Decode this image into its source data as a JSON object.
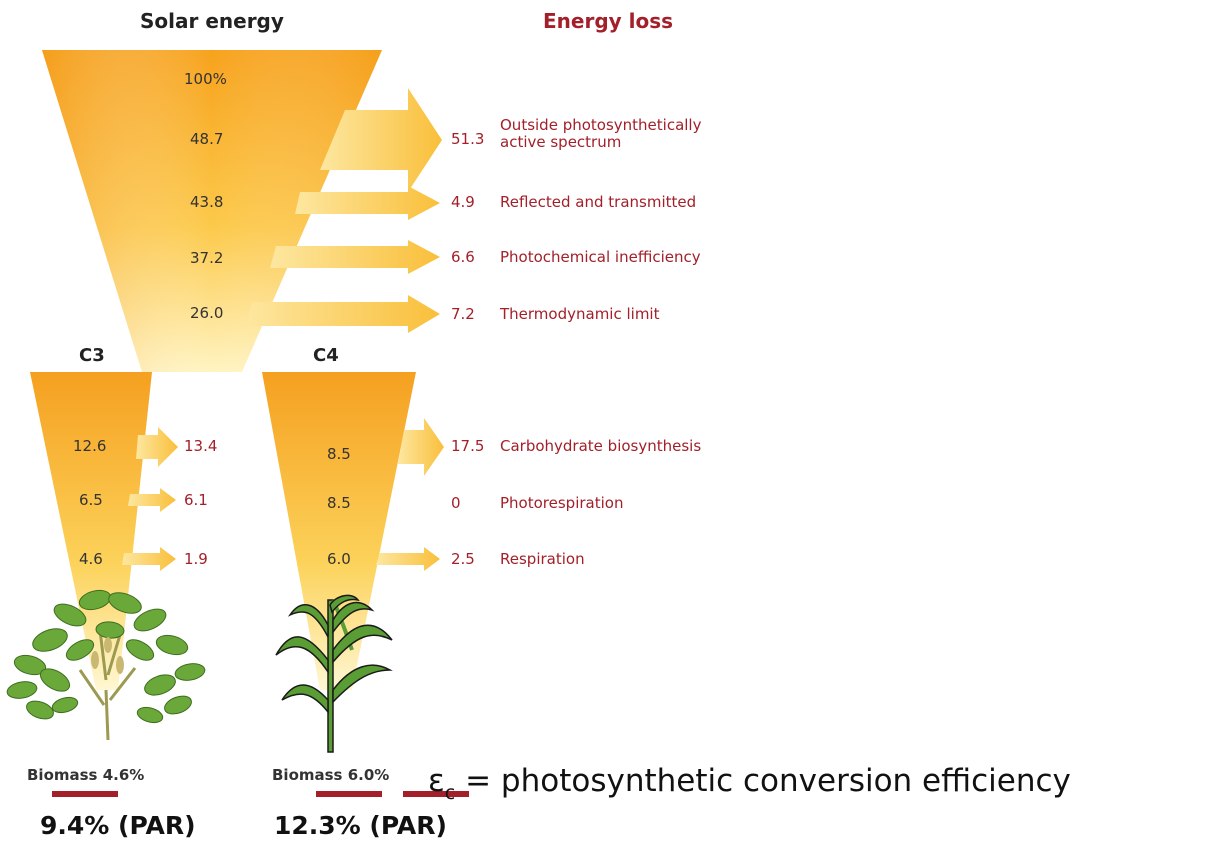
{
  "headers": {
    "solar": "Solar energy",
    "loss": "Energy loss"
  },
  "top_funnel": {
    "values": [
      "100%",
      "48.7",
      "43.8",
      "37.2",
      "26.0"
    ],
    "losses": [
      {
        "value": "51.3",
        "label_line1": "Outside photosynthetically",
        "label_line2": "active spectrum"
      },
      {
        "value": "4.9",
        "label": "Reflected and transmitted"
      },
      {
        "value": "6.6",
        "label": "Photochemical inefficiency"
      },
      {
        "value": "7.2",
        "label": "Thermodynamic limit"
      }
    ]
  },
  "c3": {
    "label": "C3",
    "values": [
      "12.6",
      "6.5",
      "4.6"
    ],
    "losses": [
      "13.4",
      "6.1",
      "1.9"
    ],
    "biomass": "Biomass 4.6%",
    "par": "9.4% (PAR)"
  },
  "c4": {
    "label": "C4",
    "values": [
      "8.5",
      "8.5",
      "6.0"
    ],
    "losses": [
      {
        "value": "17.5",
        "label": "Carbohydrate biosynthesis"
      },
      {
        "value": "0",
        "label": "Photorespiration"
      },
      {
        "value": "2.5",
        "label": "Respiration"
      }
    ],
    "biomass": "Biomass 6.0%",
    "par": "12.3% (PAR)"
  },
  "equation": {
    "symbol": "ε",
    "subscript": "c",
    "text": "= photosynthetic conversion efficiency"
  },
  "colors": {
    "accent_red": "#a3202a",
    "funnel_top": "#f7a21c",
    "funnel_bottom": "#fff6cc",
    "arrow": "#f9c84a"
  }
}
